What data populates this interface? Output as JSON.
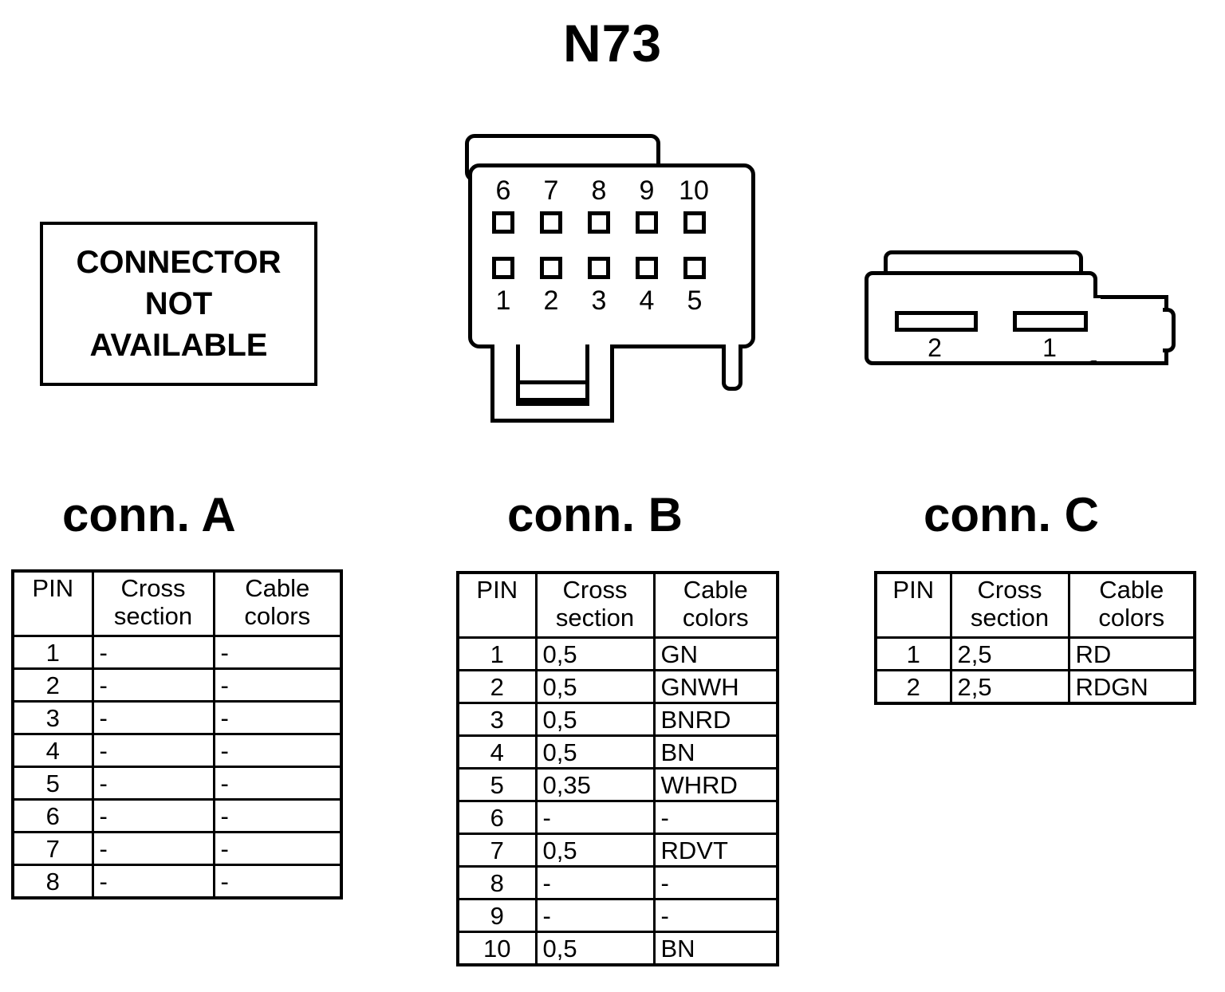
{
  "title": "N73",
  "not_available_box": {
    "lines": [
      "CONNECTOR",
      "NOT",
      "AVAILABLE"
    ]
  },
  "connector_b_drawing": {
    "top_row_numbers": [
      "6",
      "7",
      "8",
      "9",
      "10"
    ],
    "bottom_row_numbers": [
      "1",
      "2",
      "3",
      "4",
      "5"
    ]
  },
  "connector_c_drawing": {
    "slot_numbers": [
      "2",
      "1"
    ]
  },
  "headings": {
    "conn_a": "conn. A",
    "conn_b": "conn. B",
    "conn_c": "conn. C"
  },
  "table_headers": {
    "pin": "PIN",
    "cross_section_line1": "Cross",
    "cross_section_line2": "section",
    "cable_colors_line1": "Cable",
    "cable_colors_line2": "colors"
  },
  "tables": {
    "conn_a": {
      "rows": [
        {
          "pin": "1",
          "cross_section": "-",
          "cable_colors": "-"
        },
        {
          "pin": "2",
          "cross_section": "-",
          "cable_colors": "-"
        },
        {
          "pin": "3",
          "cross_section": "-",
          "cable_colors": "-"
        },
        {
          "pin": "4",
          "cross_section": "-",
          "cable_colors": "-"
        },
        {
          "pin": "5",
          "cross_section": "-",
          "cable_colors": "-"
        },
        {
          "pin": "6",
          "cross_section": "-",
          "cable_colors": "-"
        },
        {
          "pin": "7",
          "cross_section": "-",
          "cable_colors": "-"
        },
        {
          "pin": "8",
          "cross_section": "-",
          "cable_colors": "-"
        }
      ]
    },
    "conn_b": {
      "rows": [
        {
          "pin": "1",
          "cross_section": "0,5",
          "cable_colors": "GN"
        },
        {
          "pin": "2",
          "cross_section": "0,5",
          "cable_colors": "GNWH"
        },
        {
          "pin": "3",
          "cross_section": "0,5",
          "cable_colors": "BNRD"
        },
        {
          "pin": "4",
          "cross_section": "0,5",
          "cable_colors": "BN"
        },
        {
          "pin": "5",
          "cross_section": "0,35",
          "cable_colors": "WHRD"
        },
        {
          "pin": "6",
          "cross_section": "-",
          "cable_colors": "-"
        },
        {
          "pin": "7",
          "cross_section": "0,5",
          "cable_colors": "RDVT"
        },
        {
          "pin": "8",
          "cross_section": "-",
          "cable_colors": "-"
        },
        {
          "pin": "9",
          "cross_section": "-",
          "cable_colors": "-"
        },
        {
          "pin": "10",
          "cross_section": "0,5",
          "cable_colors": "BN"
        }
      ]
    },
    "conn_c": {
      "rows": [
        {
          "pin": "1",
          "cross_section": "2,5",
          "cable_colors": "RD"
        },
        {
          "pin": "2",
          "cross_section": "2,5",
          "cable_colors": "RDGN"
        }
      ]
    }
  },
  "colors": {
    "line": "#000000",
    "background": "#ffffff"
  }
}
